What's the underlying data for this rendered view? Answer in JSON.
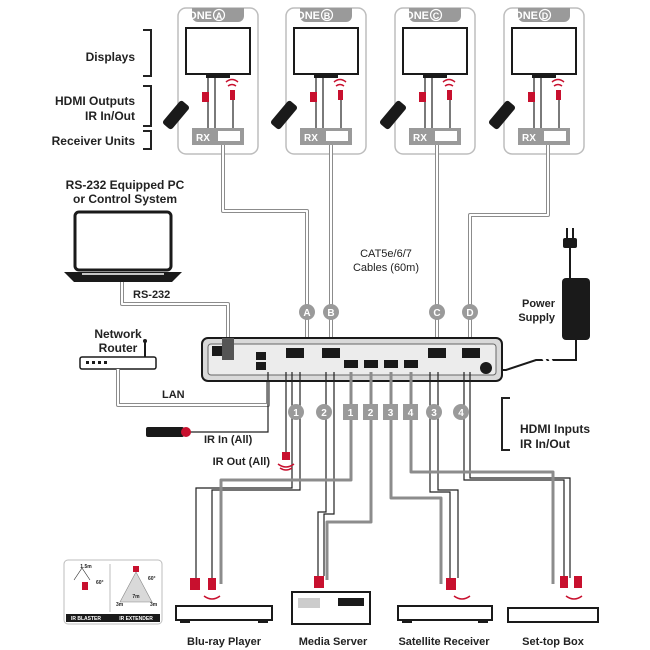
{
  "zones": [
    {
      "label": "ZONE",
      "letter": "A"
    },
    {
      "label": "ZONE",
      "letter": "B"
    },
    {
      "label": "ZONE",
      "letter": "C"
    },
    {
      "label": "ZONE",
      "letter": "D"
    }
  ],
  "rx_label": "RX",
  "left_labels": {
    "displays": "Displays",
    "hdmi_outputs_line1": "HDMI Outputs",
    "hdmi_outputs_line2": "IR In/Out",
    "receiver_units": "Receiver Units"
  },
  "pc": {
    "line1": "RS-232 Equipped PC",
    "line2": "or Control System",
    "link": "RS-232"
  },
  "router": {
    "line1": "Network",
    "line2": "Router",
    "link": "LAN"
  },
  "cable_label": {
    "line1": "CAT5e/6/7",
    "line2": "Cables (60m)"
  },
  "power_supply": {
    "line1": "Power",
    "line2": "Supply"
  },
  "cat_badges": [
    "A",
    "B",
    "C",
    "D"
  ],
  "ir_labels": {
    "ir_in": "IR In (All)",
    "ir_out": "IR Out (All)"
  },
  "hdmi_inputs_label": {
    "line1": "HDMI Inputs",
    "line2": "IR In/Out"
  },
  "hdmi_in_badges": [
    "1",
    "2",
    "3",
    "4"
  ],
  "ir_port_badges": [
    "1",
    "2",
    "3",
    "4"
  ],
  "sources": [
    "Blu-ray Player",
    "Media Server",
    "Satellite Receiver",
    "Set-top Box"
  ],
  "legend": {
    "blaster": "IR BLASTER",
    "extender": "IR EXTENDER",
    "blaster_range": "1.5m",
    "blaster_angle": "60°",
    "ext_angle": "60°",
    "ext_dist": "7m",
    "ext_side_left": "3m",
    "ext_side_right": "3m"
  },
  "colors": {
    "badge_gray": "#9a9a9a",
    "accent_red": "#c8102e",
    "cable_gray": "#8c8c8c",
    "dark": "#1a1a1a"
  }
}
